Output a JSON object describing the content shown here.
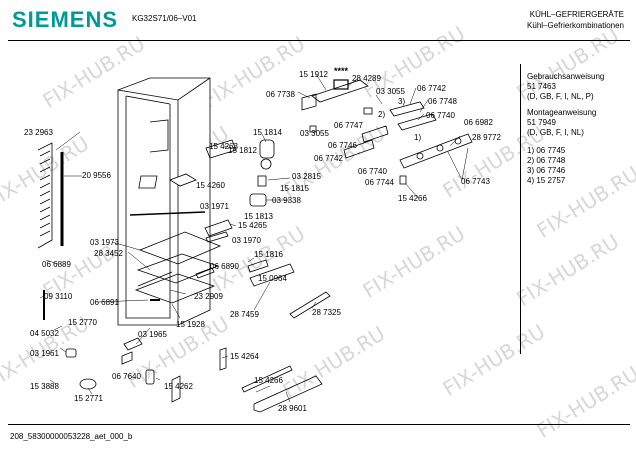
{
  "header": {
    "brand": "SIEMENS",
    "model": "KG32S71/06–V01",
    "category_line1": "KÜHL–GEFRIERGERÄTE",
    "category_line2": "Kühl–Gefrierkombinationen"
  },
  "side_panel": {
    "manual_title": "Gebrauchsanweisung",
    "manual_number": "51 7463",
    "manual_langs": "(D, GB, F, I, NL, P)",
    "assembly_title": "Montageanweisung",
    "assembly_number": "51 7949",
    "assembly_langs": "(D, GB, F, I, NL)",
    "variants": [
      "1) 06 7745",
      "2) 06 7748",
      "3) 06 7746",
      "4) 15 2757"
    ]
  },
  "footer": {
    "code": "208_58300000053228_aet_000_b"
  },
  "watermark": "FIX-HUB.RU",
  "stars": "****",
  "parts": [
    {
      "label": "15 1912"
    },
    {
      "label": "28 4289"
    },
    {
      "label": "06 7738"
    },
    {
      "label": "03 3055"
    },
    {
      "label": "06 7742"
    },
    {
      "label": "06 7748"
    },
    {
      "label": "06 7740"
    },
    {
      "label": "3)"
    },
    {
      "label": "2)"
    },
    {
      "label": "03 3055"
    },
    {
      "label": "06 7747"
    },
    {
      "label": "06 6982"
    },
    {
      "label": "28 9772"
    },
    {
      "label": "1)"
    },
    {
      "label": "06 7746"
    },
    {
      "label": "06 7742"
    },
    {
      "label": "06 7740"
    },
    {
      "label": "06 7744"
    },
    {
      "label": "06 7743"
    },
    {
      "label": "15 4266"
    },
    {
      "label": "23 2963"
    },
    {
      "label": "15 4263"
    },
    {
      "label": "15 1814"
    },
    {
      "label": "15 1812"
    },
    {
      "label": "15 4260"
    },
    {
      "label": "03 2815"
    },
    {
      "label": "15 1815"
    },
    {
      "label": "03 9338"
    },
    {
      "label": "15 1813"
    },
    {
      "label": "20 9556"
    },
    {
      "label": "03 1971"
    },
    {
      "label": "15 4265"
    },
    {
      "label": "03 1973"
    },
    {
      "label": "03 1970"
    },
    {
      "label": "15 1816"
    },
    {
      "label": "06 6889"
    },
    {
      "label": "28 3452"
    },
    {
      "label": "06 6890"
    },
    {
      "label": "15 0964"
    },
    {
      "label": "09 3110"
    },
    {
      "label": "23 2909"
    },
    {
      "label": "06 6891"
    },
    {
      "label": "28 7325"
    },
    {
      "label": "28 7459"
    },
    {
      "label": "15 2770"
    },
    {
      "label": "15 1928"
    },
    {
      "label": "04 5032"
    },
    {
      "label": "03 1965"
    },
    {
      "label": "03 1961"
    },
    {
      "label": "15 4264"
    },
    {
      "label": "06 7640"
    },
    {
      "label": "15 4266"
    },
    {
      "label": "15 3888"
    },
    {
      "label": "15 4262"
    },
    {
      "label": "15 2771"
    },
    {
      "label": "28 9601"
    }
  ]
}
